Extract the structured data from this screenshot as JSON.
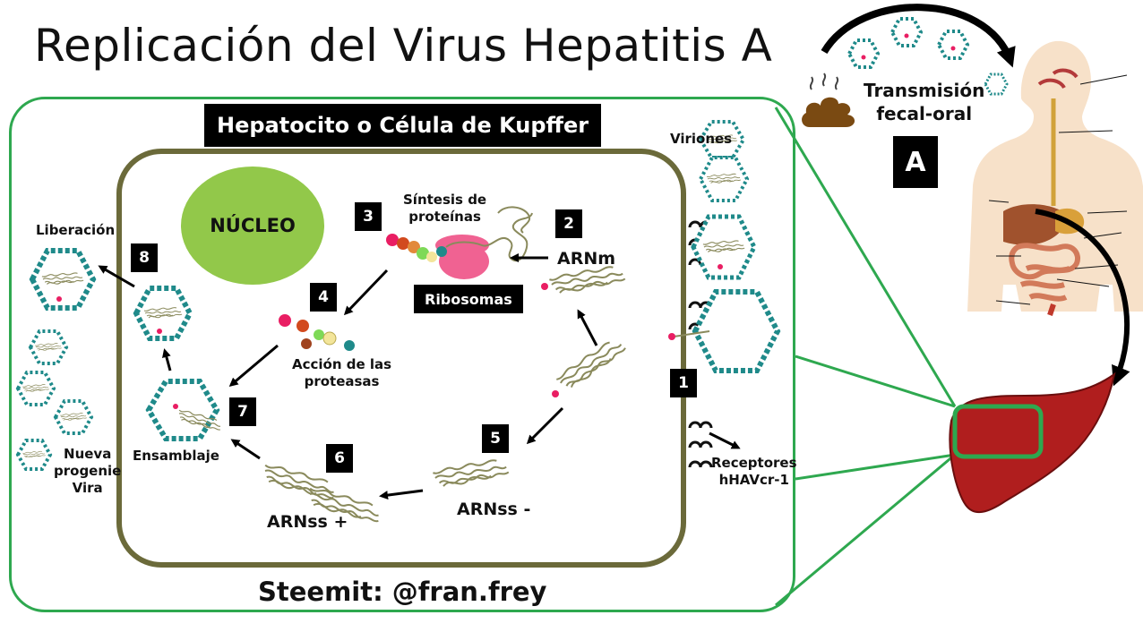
{
  "title": "Replicación del Virus Hepatitis A",
  "cell_label": "Hepatocito o Célula de Kupffer",
  "nucleus_label": "NÚCLEO",
  "steps": [
    "1",
    "2",
    "3",
    "4",
    "5",
    "6",
    "7",
    "8"
  ],
  "labels": {
    "protein_synthesis": [
      "Síntesis de",
      "proteínas"
    ],
    "ribosomes": "Ribosomas",
    "mrna": "ARNm",
    "protease_action": [
      "Acción de las",
      "proteasas"
    ],
    "ssrna_minus": "ARNss -",
    "ssrna_plus": "ARNss +",
    "assembly": "Ensamblaje",
    "release": "Liberación",
    "new_progeny": [
      "Nueva",
      "progenie",
      "Vira"
    ],
    "virions": "Viriones",
    "receptors": [
      "Receptores",
      "hHAVcr-1"
    ],
    "transmission": [
      "Transmisión",
      "fecal-oral"
    ],
    "panel_a": "A"
  },
  "footer": "Steemit: @fran.frey",
  "colors": {
    "cell_border": "#2ea84f",
    "inner_border": "#6b6a3a",
    "nucleus": "#92c84a",
    "rna": "#8a8a5c",
    "capsomer": "#1f8a8a",
    "liver": "#b01e1e",
    "ribosome": "#f06292"
  },
  "icons": [
    "virion-icon",
    "stool-icon",
    "human-body-icon",
    "liver-icon",
    "ribosome-icon",
    "rna-strand-icon"
  ]
}
